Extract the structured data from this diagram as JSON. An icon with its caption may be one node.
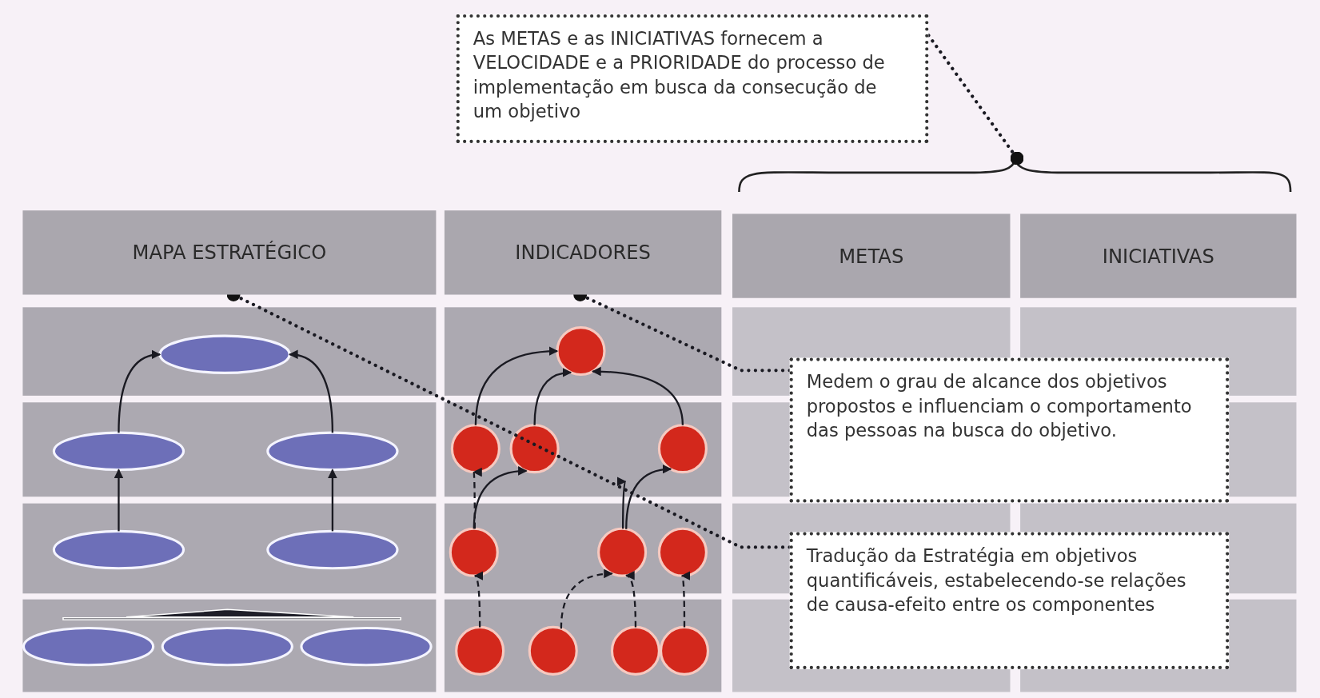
{
  "diagram": {
    "nodes": [
      {
        "text": [
          "As METAS e as INICIATIVAS fornecem a VELOCIDADE e a PRIORIDADE do processo de implementação em busca da consecução de um objetivo"
        ]
      },
      {
        "text": [
          "MAPA ESTRATÉGICO"
        ]
      },
      {
        "text": [
          "INDICADORES"
        ]
      },
      {
        "text": [
          "METAS"
        ]
      },
      {
        "text": [
          "INICIATIVAS"
        ]
      },
      {
        "text": [
          "Medem o grau de alcance dos objetivos propostos e influenciam o comportamento das pessoas na busca do objetivo."
        ]
      },
      {
        "text": [
          "Tradução da Estratégia em objetivos quantificáveis, estabelecendo-se relações de causa-efeito entre os componentes"
        ]
      },
      {
        "text": [],
        "shape": "ellipse"
      },
      {
        "text": [],
        "shape": "ellipse"
      },
      {
        "text": [],
        "shape": "ellipse"
      },
      {
        "text": [],
        "shape": "ellipse"
      },
      {
        "text": [],
        "shape": "ellipse"
      },
      {
        "text": [],
        "shape": "ellipse"
      },
      {
        "text": [],
        "shape": "ellipse"
      },
      {
        "text": [],
        "shape": "ellipse"
      },
      {
        "text": [],
        "shape": "circle"
      },
      {
        "text": [],
        "shape": "circle"
      },
      {
        "text": [],
        "shape": "circle"
      },
      {
        "text": [],
        "shape": "circle"
      },
      {
        "text": [],
        "shape": "circle"
      },
      {
        "text": [],
        "shape": "circle"
      },
      {
        "text": [],
        "shape": "circle"
      },
      {
        "text": [],
        "shape": "circle"
      },
      {
        "text": [],
        "shape": "circle"
      },
      {
        "text": [],
        "shape": "circle"
      },
      {
        "text": [],
        "shape": "circle"
      },
      {
        "text": [],
        "shape": "bracket"
      },
      {
        "text": [],
        "shape": "bar"
      }
    ],
    "edges": [
      {
        "from": 0,
        "to": 26,
        "arrow": "other",
        "style": "dashed"
      },
      {
        "from": 5,
        "to": 2,
        "arrow": "other",
        "style": "dashed"
      },
      {
        "from": 6,
        "to": 1,
        "arrow": "other",
        "style": "dashed"
      },
      {
        "from": 8,
        "to": 7,
        "arrow": "to"
      },
      {
        "from": 9,
        "to": 7,
        "arrow": "to"
      },
      {
        "from": 10,
        "to": 8,
        "arrow": "to"
      },
      {
        "from": 11,
        "to": 9,
        "arrow": "to"
      },
      {
        "from": 16,
        "to": 15,
        "arrow": "to"
      },
      {
        "from": 17,
        "to": 15,
        "arrow": "to"
      },
      {
        "from": 18,
        "to": 15,
        "arrow": "to"
      },
      {
        "from": 19,
        "to": 16,
        "arrow": "to",
        "style": "dashed"
      },
      {
        "from": 19,
        "to": 17,
        "arrow": "to"
      },
      {
        "from": 20,
        "to": null,
        "arrow": "to"
      },
      {
        "from": 20,
        "to": 18,
        "arrow": "to"
      },
      {
        "from": 22,
        "to": 19,
        "arrow": "to",
        "style": "dashed"
      },
      {
        "from": 23,
        "to": 20,
        "arrow": "to",
        "style": "dashed"
      },
      {
        "from": 24,
        "to": 20,
        "arrow": "to",
        "style": "dashed"
      },
      {
        "from": 25,
        "to": 21,
        "arrow": "to",
        "style": "dashed"
      }
    ]
  }
}
